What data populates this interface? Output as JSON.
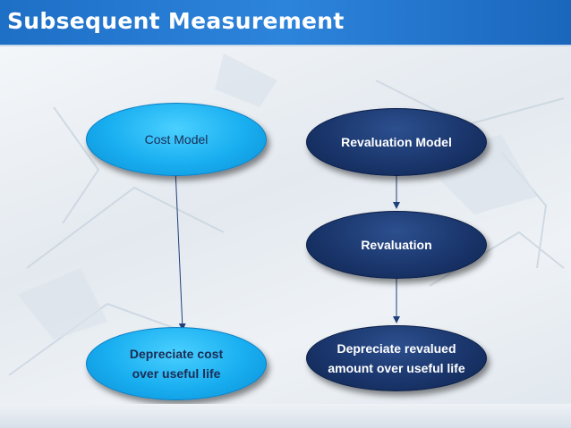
{
  "slide": {
    "title": "Subsequent Measurement"
  },
  "diagram": {
    "nodes": {
      "cost_model": "Cost Model",
      "revaluation_model": "Revaluation Model",
      "revaluation": "Revaluation",
      "depreciate_cost_line1": "Depreciate cost",
      "depreciate_cost_line2": "over useful life",
      "depreciate_revalued_line1": "Depreciate revalued",
      "depreciate_revalued_line2": "amount over useful life"
    },
    "edges": [
      {
        "from": "cost_model",
        "to": "depreciate_cost"
      },
      {
        "from": "revaluation_model",
        "to": "revaluation"
      },
      {
        "from": "revaluation",
        "to": "depreciate_revalued"
      }
    ]
  },
  "colors": {
    "title_bar": "#2d84db",
    "light_node": "#18aef0",
    "dark_node": "#1a366c",
    "connector": "#1f3f7a"
  }
}
